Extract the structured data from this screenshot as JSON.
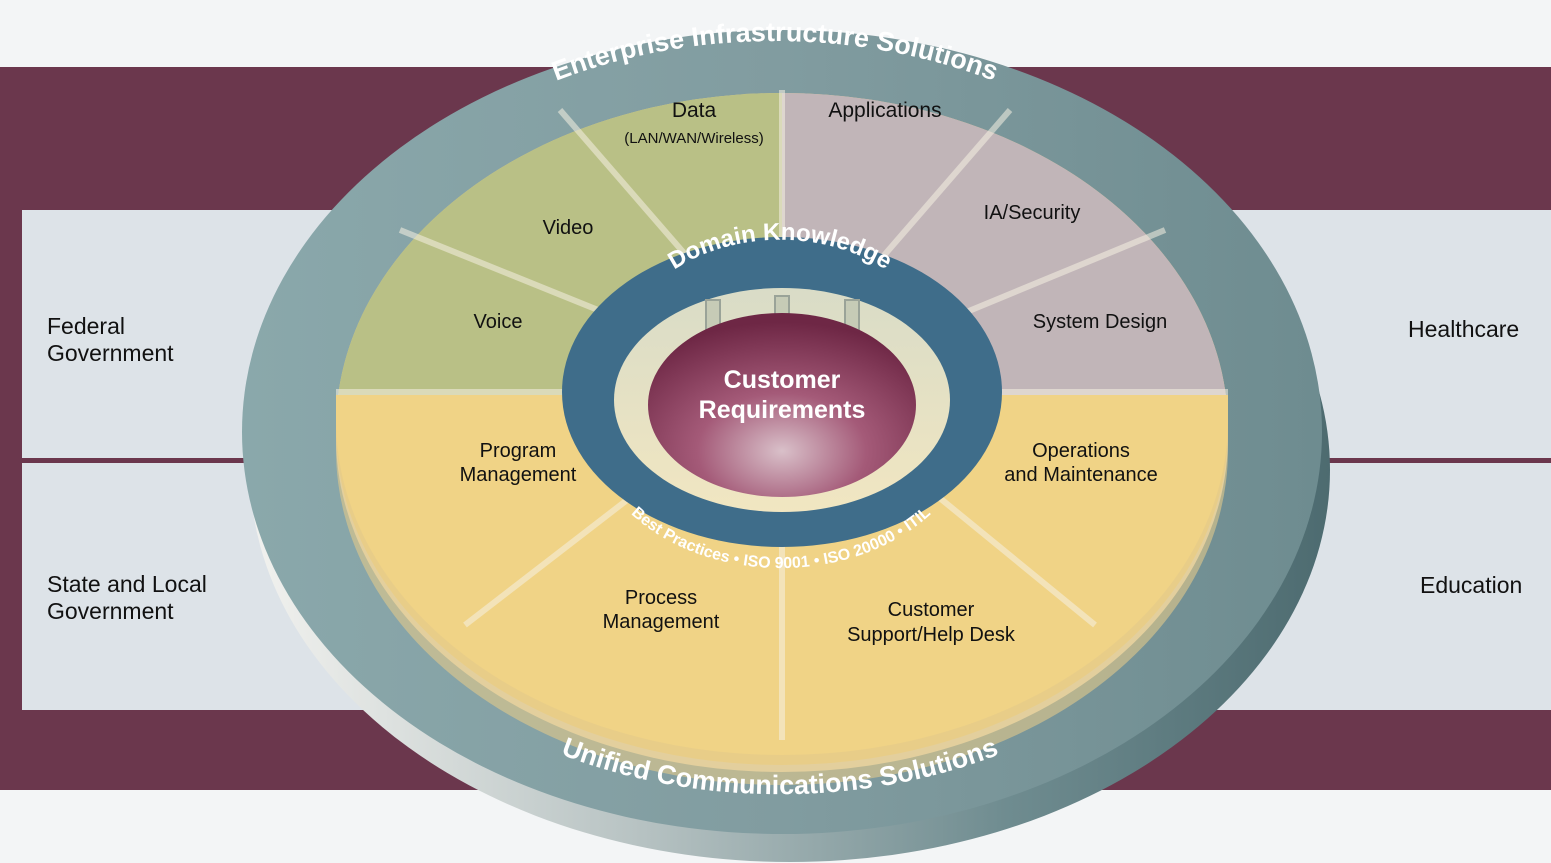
{
  "outer_ring": {
    "top_text": "Enterprise Infrastructure Solutions",
    "bottom_text": "Unified Communications Solutions"
  },
  "inner_ring": {
    "top_text": "Domain Knowledge",
    "bottom_text": "Best Practices • ISO 9001 • ISO 20000 • ITIL"
  },
  "center": {
    "line1": "Customer",
    "line2": "Requirements"
  },
  "segments": {
    "data": {
      "line1": "Data",
      "line2": "(LAN/WAN/Wireless)"
    },
    "video": "Video",
    "voice": "Voice",
    "applications": "Applications",
    "ia_security": "IA/Security",
    "system_design": "System Design",
    "program_management": {
      "line1": "Program",
      "line2": "Management"
    },
    "process_management": {
      "line1": "Process",
      "line2": "Management"
    },
    "customer_support": {
      "line1": "Customer",
      "line2": "Support/Help Desk"
    },
    "operations": {
      "line1": "Operations",
      "line2": "and Maintenance"
    }
  },
  "markets": {
    "federal": "Federal\nGovernment",
    "state_local": "State and Local\nGovernment",
    "healthcare": "Healthcare",
    "education": "Education"
  },
  "colors": {
    "band_maroon": "#6b374d",
    "panel": "#dde3e8",
    "ring": "#7f9ba0",
    "ring_shadow": "#5b7a7f",
    "segment_green": "#b9c086",
    "segment_mauve": "#c1b5b8",
    "segment_yellow": "#f0d386",
    "inner_ring": "#3f6d8a",
    "center": "#7b3050"
  }
}
